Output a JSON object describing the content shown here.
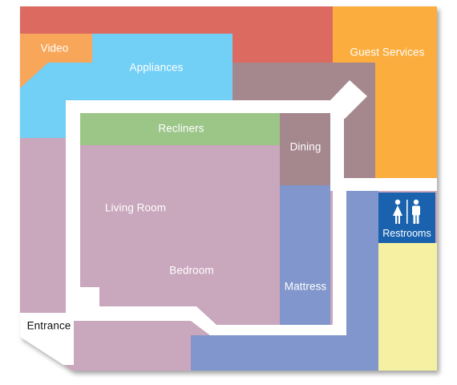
{
  "labels": {
    "video": "Video",
    "appliances": "Appliances",
    "guest_services": "Guest Services",
    "recliners": "Recliners",
    "dining": "Dining",
    "living_room": "Living Room",
    "bedroom": "Bedroom",
    "mattress": "Mattress",
    "restrooms": "Restrooms",
    "entrance": "Entrance"
  },
  "icons": [
    "woman-icon",
    "man-icon"
  ],
  "colors": {
    "red": "#dd6a61",
    "orange_video": "#f8a75a",
    "orange_guest": "#fbad3e",
    "light_blue": "#72cff5",
    "mauve": "#a5878e",
    "pink": "#c9a7bd",
    "green": "#9cc588",
    "blue": "#8096cc",
    "yellow": "#f6f1a2",
    "restroom_blue": "#1a62ad",
    "aisle": "#ffffff"
  }
}
